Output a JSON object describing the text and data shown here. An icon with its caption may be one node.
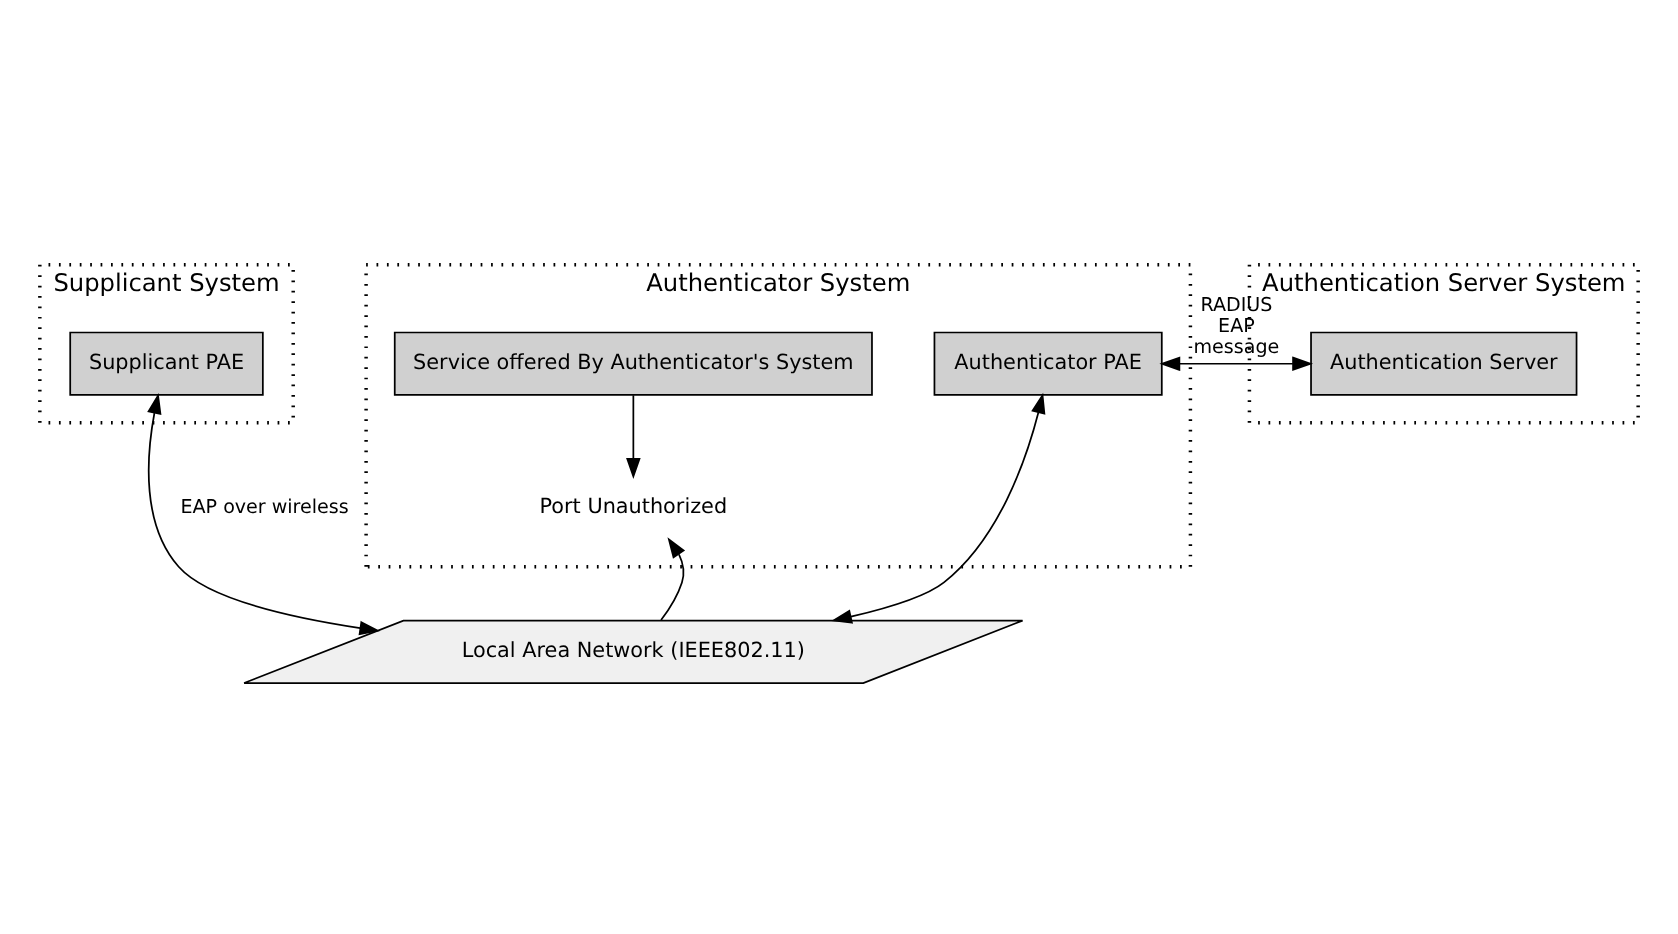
{
  "diagram": {
    "nodes": [
      {
        "text": [
          "Supplicant System"
        ]
      },
      {
        "text": [
          "Supplicant PAE"
        ],
        "in": 0
      },
      {
        "text": [
          "Authenticator System"
        ]
      },
      {
        "text": [
          "Service offered By Authenticator's System"
        ],
        "in": 2
      },
      {
        "text": [
          "Authenticator PAE"
        ],
        "in": 2
      },
      {
        "text": [
          "Port Unauthorized"
        ],
        "in": 2
      },
      {
        "text": [
          "Authentication Server System"
        ]
      },
      {
        "text": [
          "Authentication Server"
        ],
        "in": 6
      },
      {
        "text": [
          "Local Area Network (IEEE802.11)"
        ]
      }
    ],
    "edges": [
      {
        "from": 1,
        "to": 8,
        "arrow": "both",
        "label": "EAP over wireless"
      },
      {
        "from": 3,
        "to": 5,
        "arrow": "to"
      },
      {
        "from": 8,
        "to": 5,
        "arrow": "to"
      },
      {
        "from": 8,
        "to": 4,
        "arrow": "both"
      },
      {
        "from": 4,
        "to": 7,
        "arrow": "both",
        "label": "RADIUS EAP message"
      }
    ]
  }
}
